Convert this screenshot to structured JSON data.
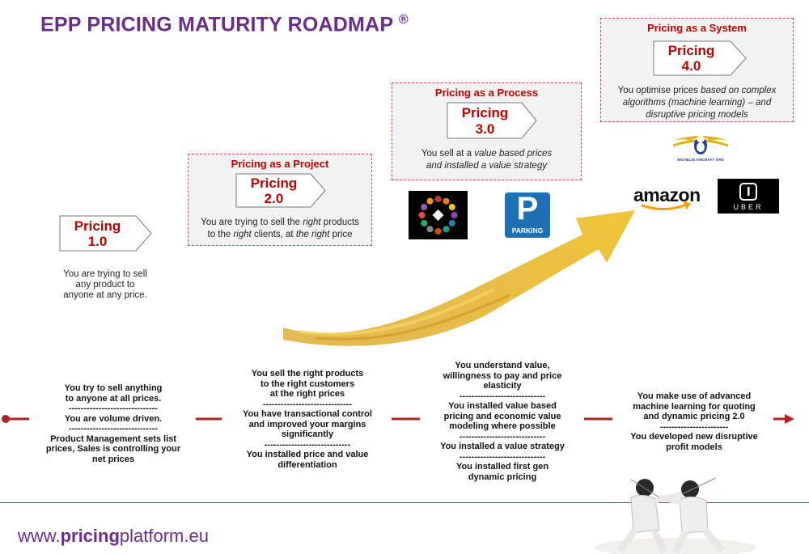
{
  "title": "EPP PRICING MATURITY ROADMAP",
  "title_mark": "®",
  "stages": [
    {
      "heading": "",
      "chevron_line1": "Pricing",
      "chevron_line2": "1.0",
      "desc_lines": [
        "You are trying to sell",
        "any product to",
        "anyone at any price."
      ]
    },
    {
      "heading": "Pricing as a Project",
      "chevron_line1": "Pricing",
      "chevron_line2": "2.0",
      "desc_line1_plain": "You are trying to sell the ",
      "desc_line1_em": "right",
      "desc_line1_end": " products",
      "desc_line2_a": "to the ",
      "desc_line2_em1": "right",
      "desc_line2_b": " clients, at ",
      "desc_line2_em2": "the right",
      "desc_line2_c": " price"
    },
    {
      "heading": "Pricing as a Process",
      "chevron_line1": "Pricing",
      "chevron_line2": "3.0",
      "desc_line1_plain": "You sell at a ",
      "desc_line1_em": "value based prices",
      "desc_line2_em": "and installed a value strategy"
    },
    {
      "heading": "Pricing as a System",
      "chevron_line1": "Pricing",
      "chevron_line2": "4.0",
      "desc_line1_plain": "You optimise prices ",
      "desc_line1_em": "based on complex",
      "desc_line2_em": "algorithms (machine learning) – and",
      "desc_line3_em": "disruptive pricing models"
    }
  ],
  "logos": {
    "parking_letter": "P",
    "parking_text": "PARKING",
    "amazon_text": "amazon",
    "uber_text": "UBER",
    "michelin_text": "MICHELIN AIRCRAFT TIRE"
  },
  "bottom": [
    [
      "You try to sell anything",
      "to anyone at all prices.",
      "------------------------------",
      "You are volume driven.",
      "------------------------------",
      "Product Management sets list",
      "prices, Sales is controlling your",
      "net prices"
    ],
    [
      "You sell the right products",
      "to the right customers",
      "at the right prices",
      "------------------------------",
      "You have transactional control",
      "and improved your margins",
      "significantly",
      "-----------------------------",
      "You installed price and value",
      "differentiation"
    ],
    [
      "You understand value,",
      "willingness to pay and price",
      "elasticity",
      "-----------------------------",
      "You installed value based",
      "pricing and economic value",
      "modeling where possible",
      "-----------------------------",
      "You installed a value strategy",
      "-----------------------------",
      "You installed first gen",
      "dynamic pricing"
    ],
    [
      "You make use of advanced",
      "machine learning for quoting",
      "and dynamic pricing 2.0",
      "-----------------------",
      "You developed new disruptive",
      "profit models"
    ]
  ],
  "footer": {
    "prefix": "www.",
    "bold": "pricing",
    "suffix": "platform.eu"
  },
  "colors": {
    "purple": "#6a2c8c",
    "red": "#c00000",
    "arrow_gold": "#e8b82a",
    "timeline": "#b22222"
  }
}
